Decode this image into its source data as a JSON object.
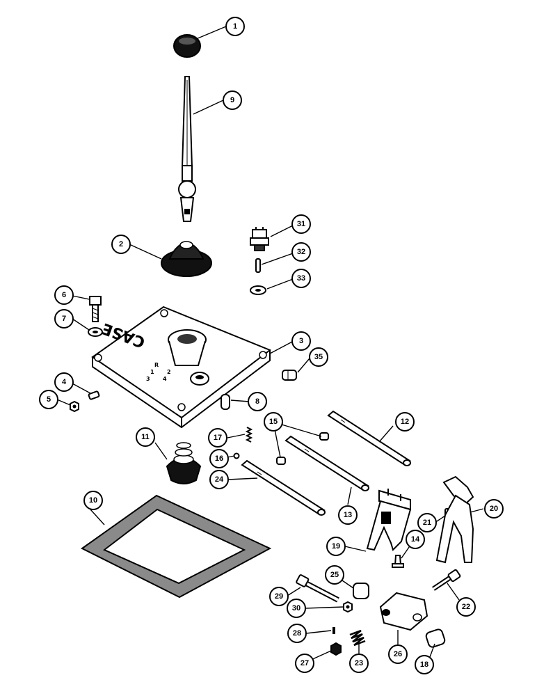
{
  "cover_lettering": "CASE",
  "shift_pattern_marks": [
    "R",
    "1",
    "2",
    "3",
    "4"
  ],
  "callouts": [
    "1",
    "2",
    "3",
    "4",
    "5",
    "6",
    "7",
    "8",
    "9",
    "10",
    "11",
    "12",
    "13",
    "14",
    "15",
    "15",
    "16",
    "17",
    "18",
    "19",
    "20",
    "21",
    "22",
    "23",
    "24",
    "25",
    "26",
    "27",
    "28",
    "29",
    "30",
    "31",
    "32",
    "33",
    "35"
  ],
  "colors": {
    "ink": "#000000",
    "paper": "#ffffff",
    "gasket": "#8a8a8a"
  }
}
